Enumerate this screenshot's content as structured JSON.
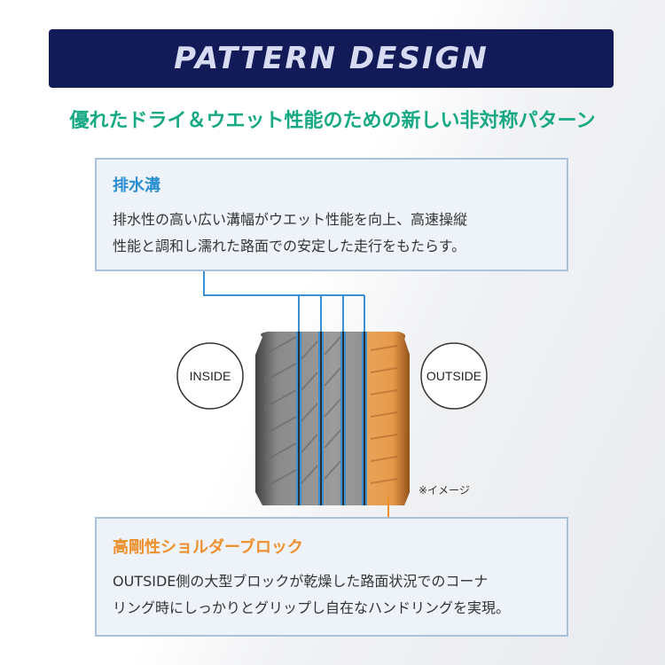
{
  "header": {
    "title": "PATTERN DESIGN",
    "subtitle": "優れたドライ＆ウエット性能のための新しい非対称パターン"
  },
  "drainage_box": {
    "heading": "排水溝",
    "lines": [
      "排水性の高い広い溝幅がウエット性能を向上、高速操縦",
      "性能と調和し濡れた路面での安定した走行をもたらす。"
    ]
  },
  "diagram": {
    "inside_label": "INSIDE",
    "outside_label": "OUTSIDE",
    "image_note": "※イメージ"
  },
  "shoulder_box": {
    "heading": "高剛性ショルダーブロック",
    "lines": [
      "OUTSIDE側の大型ブロックが乾燥した路面状況でのコーナ",
      "リング時にしっかりとグリップし自在なハンドリングを実現。"
    ]
  },
  "colors": {
    "banner": "#121b58",
    "subtitle": "#17a983",
    "drainage_accent": "#2a8fd0",
    "shoulder_accent": "#ee8f2b",
    "box_background": "#edf3f9",
    "box_border": "#a9c3dd"
  }
}
